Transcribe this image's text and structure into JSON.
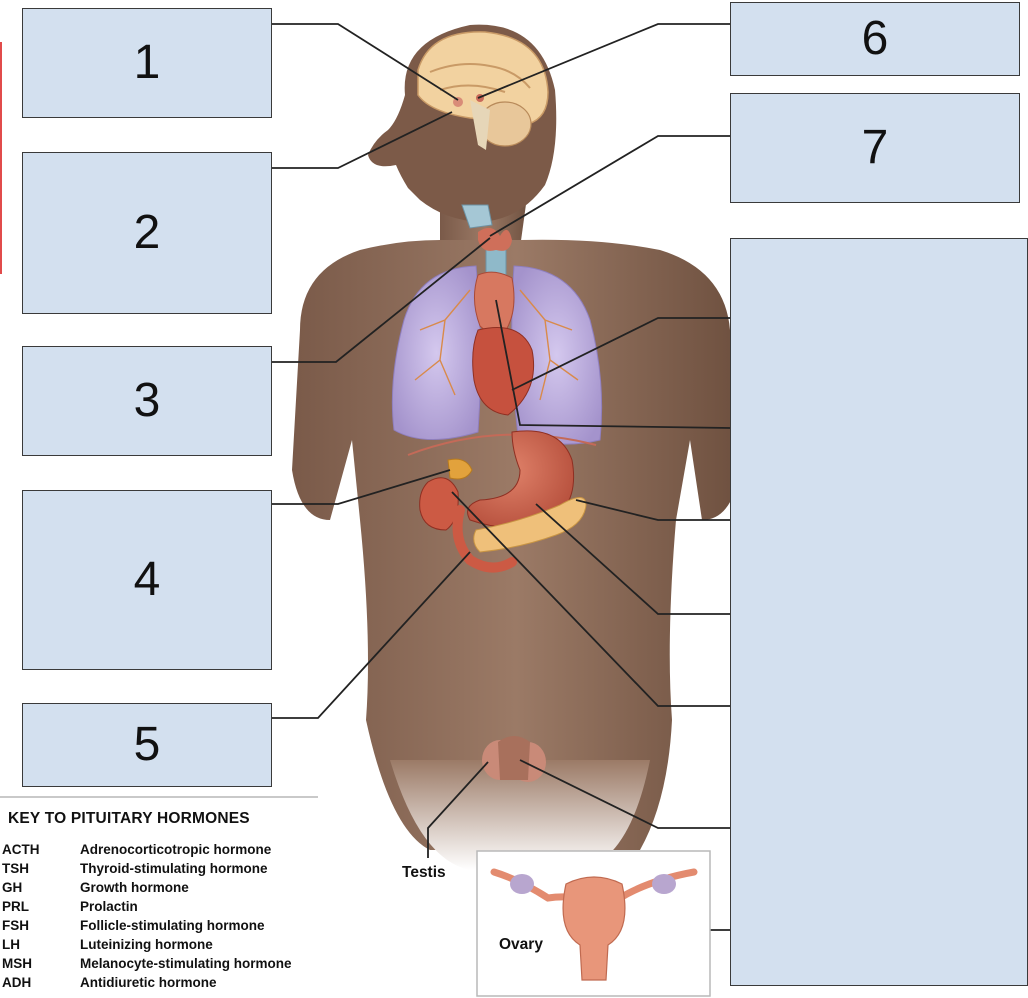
{
  "labels": {
    "box1": "1",
    "box2": "2",
    "box3": "3",
    "box4": "4",
    "box5": "5",
    "box6": "6",
    "box7": "7"
  },
  "key": {
    "title": "KEY TO PITUITARY HORMONES",
    "rows": [
      {
        "abbr": "ACTH",
        "full": "Adrenocorticotropic hormone"
      },
      {
        "abbr": "TSH",
        "full": "Thyroid-stimulating hormone"
      },
      {
        "abbr": "GH",
        "full": "Growth hormone"
      },
      {
        "abbr": "PRL",
        "full": "Prolactin"
      },
      {
        "abbr": "FSH",
        "full": "Follicle-stimulating hormone"
      },
      {
        "abbr": "LH",
        "full": "Luteinizing hormone"
      },
      {
        "abbr": "MSH",
        "full": "Melanocyte-stimulating hormone"
      },
      {
        "abbr": "ADH",
        "full": "Antidiuretic hormone"
      }
    ]
  },
  "captions": {
    "testis": "Testis",
    "ovary": "Ovary"
  },
  "colors": {
    "box_fill": "#d3e0ef",
    "skin": "#8a6a58",
    "accent": "#e14b4b"
  }
}
